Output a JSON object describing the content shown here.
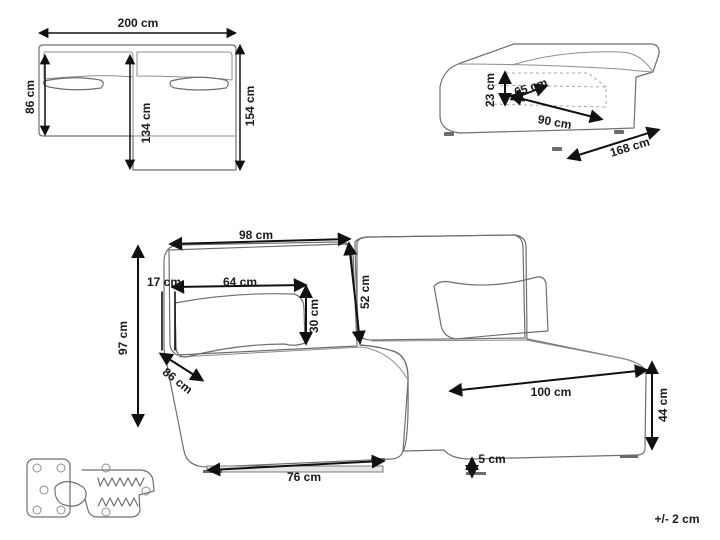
{
  "top_view": {
    "width_label": "200 cm",
    "seat_depth_label": "86 cm",
    "chaise_depth_label": "134 cm",
    "total_depth_label": "154 cm"
  },
  "ottoman_view": {
    "height_label": "23 cm",
    "depth_label": "65 cm",
    "width_label": "90 cm",
    "overall_label": "168 cm"
  },
  "main_view": {
    "back_width_label": "98 cm",
    "arm_width_label": "17 cm",
    "cushion_width_label": "64 cm",
    "cushion_height_label": "30 cm",
    "back_height_label": "52 cm",
    "overall_height_label": "97 cm",
    "seat_depth_label": "86 cm",
    "base_width_label": "76 cm",
    "chaise_length_label": "100 cm",
    "seat_height_label": "44 cm",
    "foot_height_label": "5 cm"
  },
  "footer": {
    "tolerance": "+/- 2 cm"
  }
}
